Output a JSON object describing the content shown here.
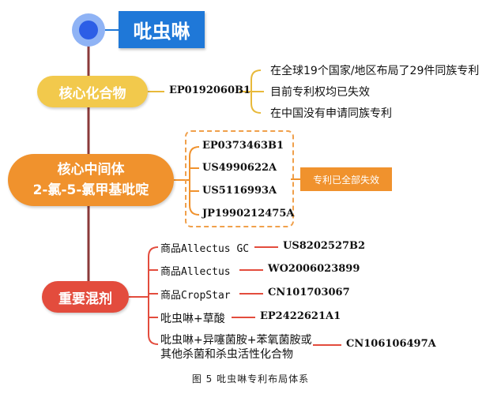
{
  "title": "吡虫啉",
  "core": {
    "label": "核心化合物",
    "patent": "EP0192060B1",
    "notes": [
      "在全球19个国家/地区布局了29件同族专利",
      "目前专利权均已失效",
      "在中国没有申请同族专利"
    ]
  },
  "intermediate": {
    "label_line1": "核心中间体",
    "label_line2": "2-氯-5-氯甲基吡啶",
    "patents": [
      "EP0373463B1",
      "US4990622A",
      "US5116993A",
      "JP1990212475A"
    ],
    "badge": "专利已全部失效"
  },
  "mixtures": {
    "label": "重要混剂",
    "items": [
      {
        "name": "商品Allectus GC",
        "patent": "US8202527B2"
      },
      {
        "name": "商品Allectus",
        "patent": "WO2006023899"
      },
      {
        "name": "商品CropStar",
        "patent": "CN101703067"
      },
      {
        "name": "吡虫啉+草酸",
        "patent": "EP2422621A1"
      },
      {
        "name_line1": "吡虫啉+异噻菌胺+苯氧菌胺或",
        "name_line2": "其他杀菌和杀虫活性化合物",
        "patent": "CN106106497A"
      }
    ]
  },
  "caption": "图 5  吡虫啉专利布局体系",
  "colors": {
    "title_blue": "#1f78d8",
    "core_yellow": "#f2c94c",
    "mid_orange": "#f0922d",
    "mix_red": "#e34c3d",
    "trunk": "#8b3a3a"
  }
}
